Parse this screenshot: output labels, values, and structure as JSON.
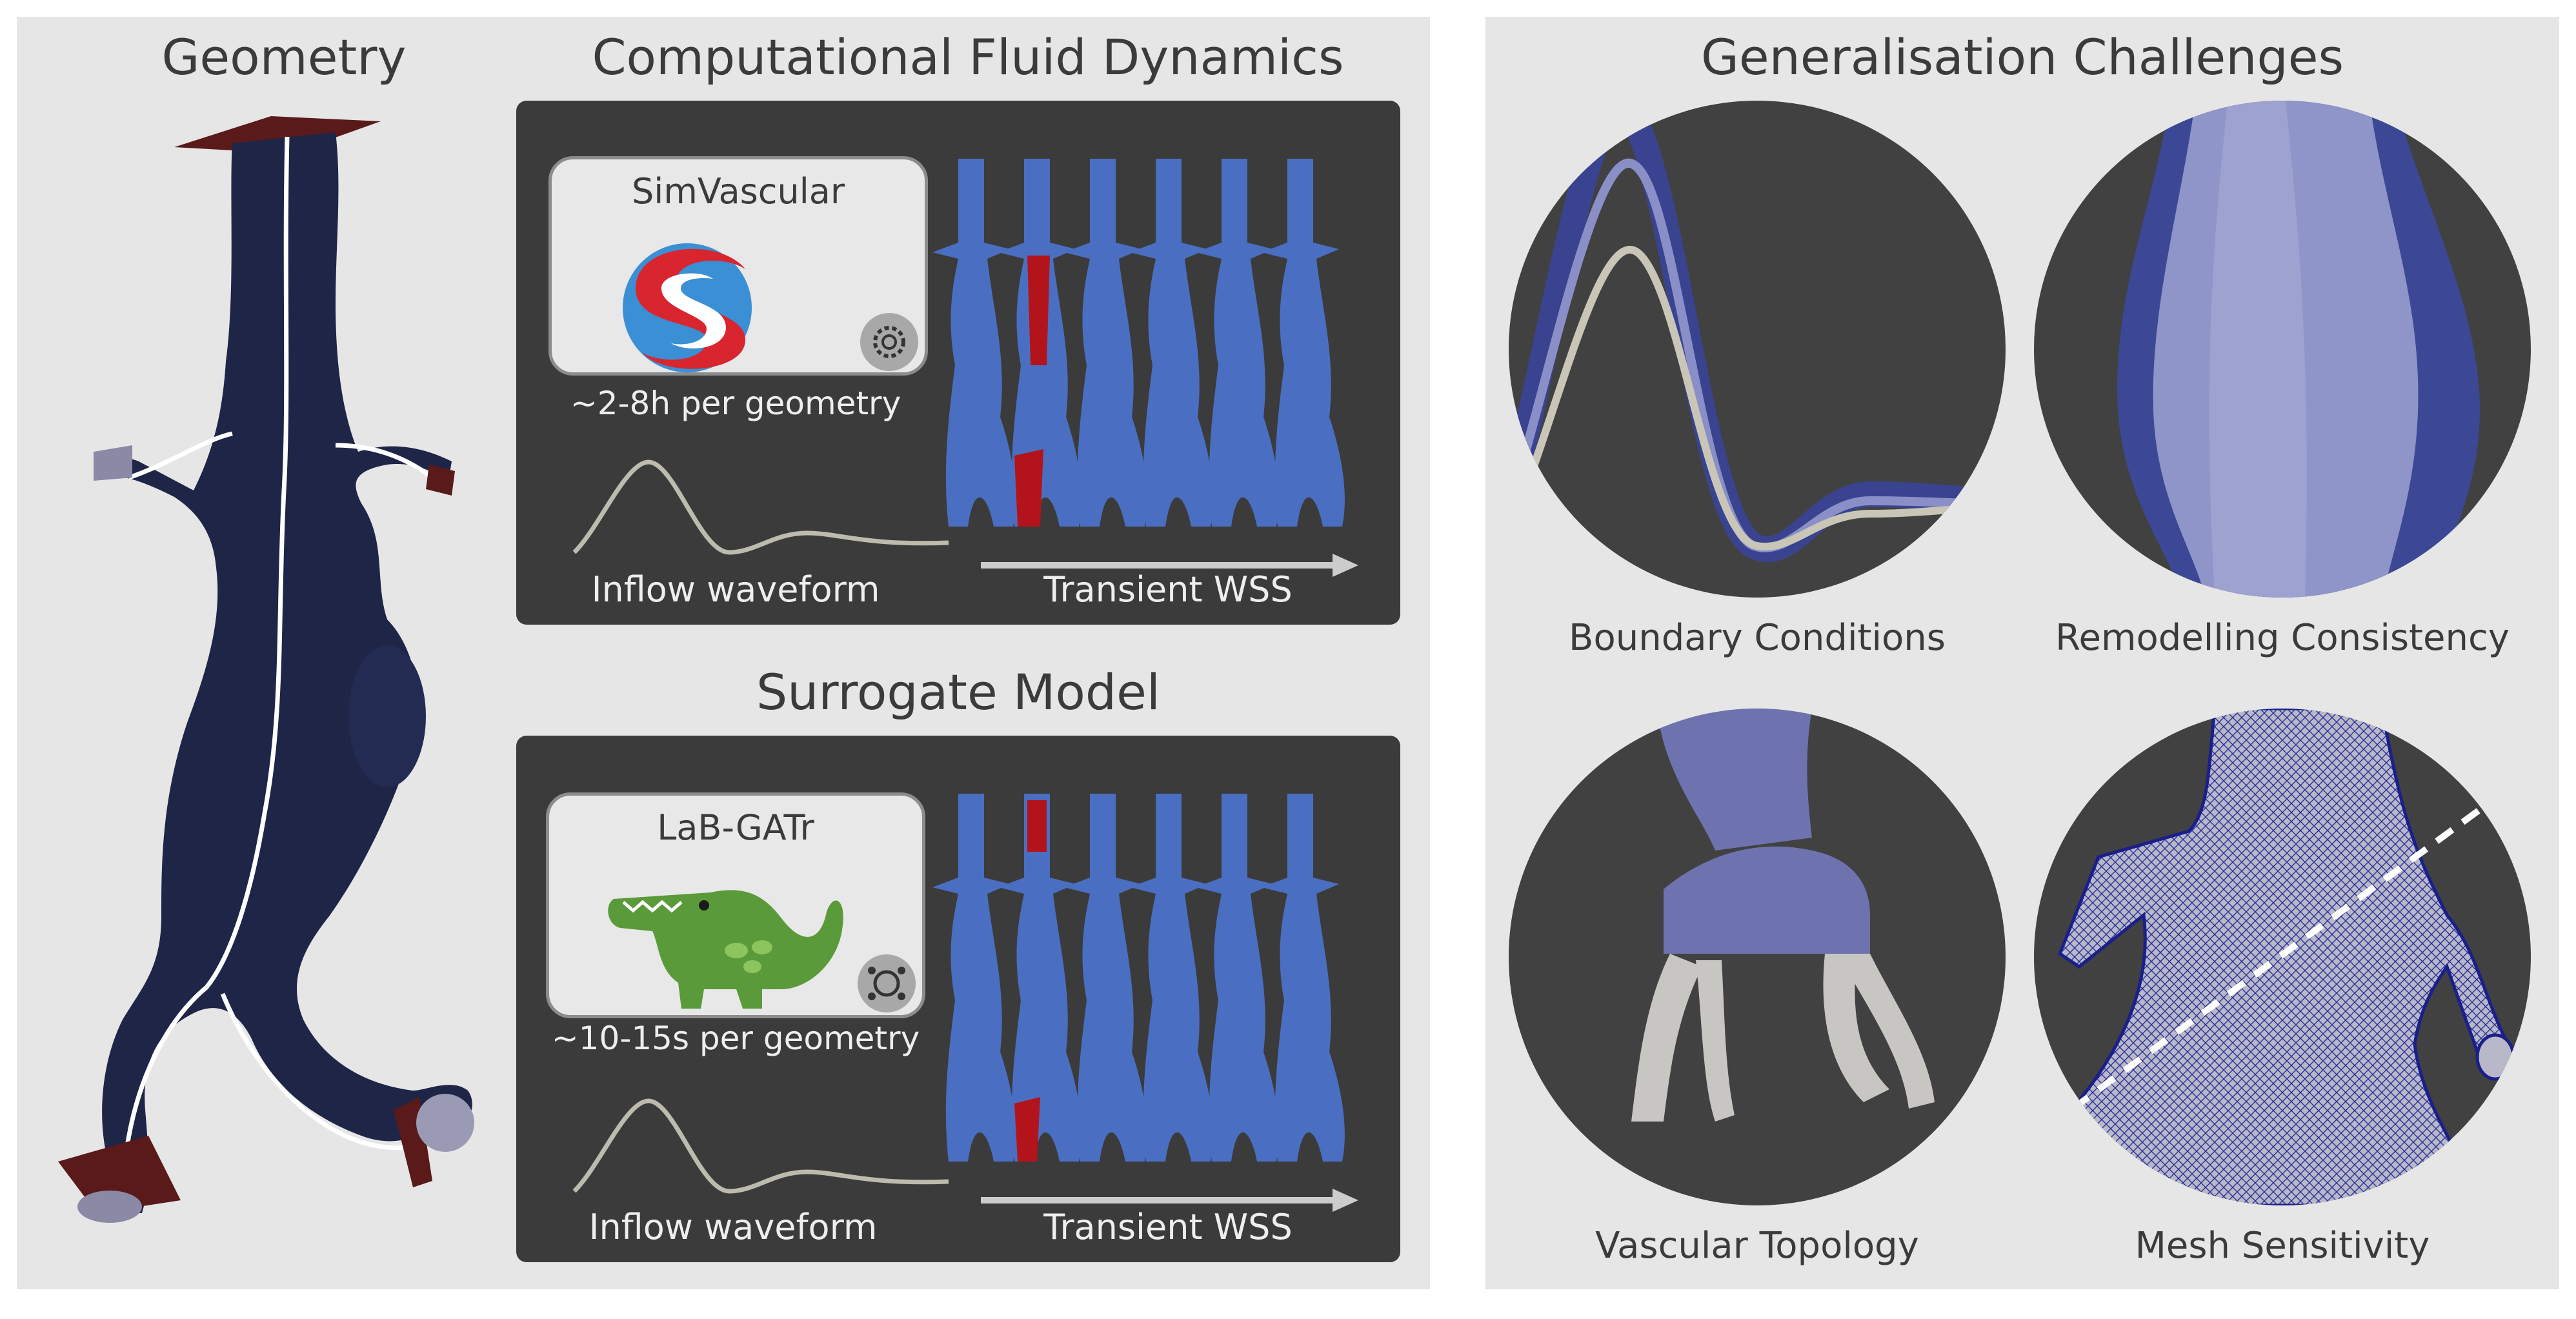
{
  "left_panel": {
    "geometry_title": "Geometry",
    "cfd_title": "Computational Fluid Dynamics",
    "surrogate_title": "Surrogate Model",
    "cfd": {
      "software_name": "SimVascular",
      "time_text": "~2-8h per geometry",
      "waveform_label": "Inflow waveform",
      "wss_label": "Transient WSS"
    },
    "surrogate": {
      "software_name": "LaB-GATr",
      "time_text": "~10-15s per geometry",
      "waveform_label": "Inflow waveform",
      "wss_label": "Transient WSS"
    }
  },
  "right_panel": {
    "title": "Generalisation Challenges",
    "challenges": [
      {
        "label": "Boundary Conditions"
      },
      {
        "label": "Remodelling Consistency"
      },
      {
        "label": "Vascular Topology"
      },
      {
        "label": "Mesh Sensitivity"
      }
    ]
  },
  "colors": {
    "panel_bg": "#e6e6e6",
    "dark_box": "#3b3b3b",
    "vessel_navy": "#1e2547",
    "wss_blue": "#4a6fc2",
    "wss_red": "#b3141c",
    "croc_green": "#5a9a3a",
    "mesh_blue": "#2a2f9a"
  }
}
